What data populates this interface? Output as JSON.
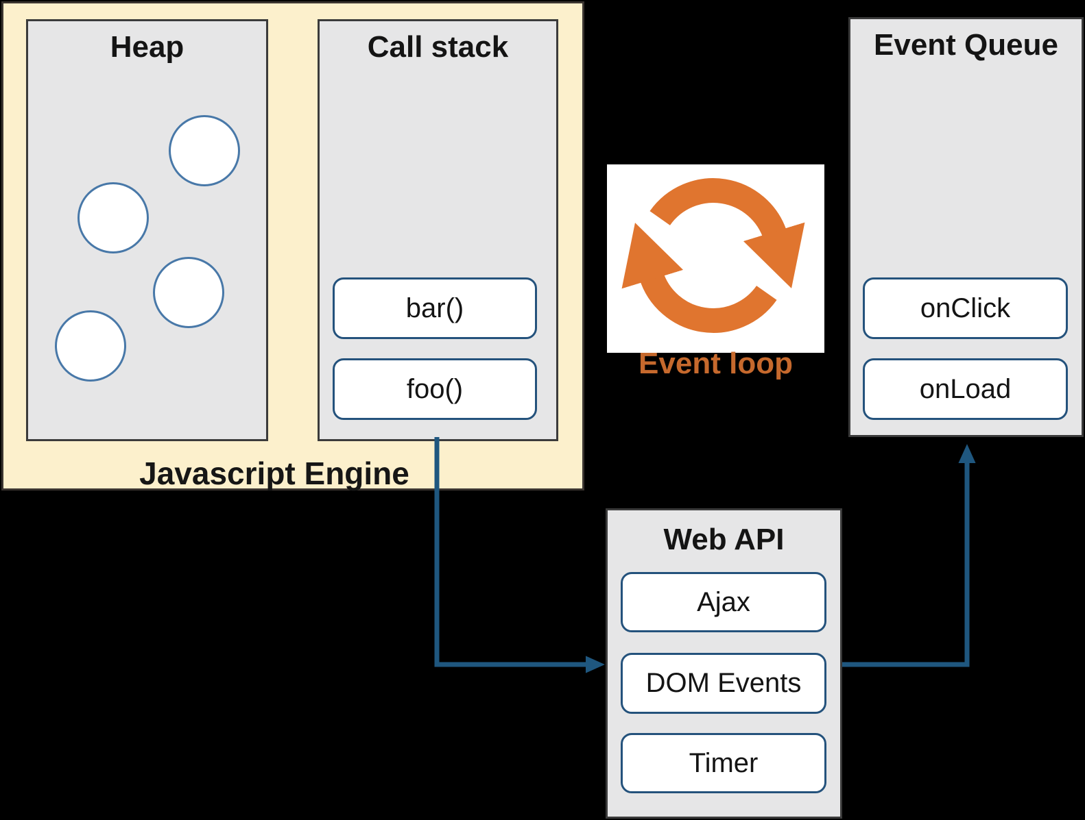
{
  "diagram": {
    "title_context": "JavaScript runtime event loop architecture",
    "js_engine": {
      "label": "Javascript Engine"
    },
    "heap": {
      "title": "Heap",
      "object_count": 4
    },
    "call_stack": {
      "title": "Call stack",
      "frames": [
        "bar()",
        "foo()"
      ]
    },
    "event_loop": {
      "label": "Event loop",
      "icon": "sync-arrows-icon"
    },
    "event_queue": {
      "title": "Event Queue",
      "items": [
        "onClick",
        "onLoad"
      ]
    },
    "web_api": {
      "title": "Web API",
      "items": [
        "Ajax",
        "DOM Events",
        "Timer"
      ]
    },
    "connectors": [
      {
        "from": "call-stack",
        "to": "web-api"
      },
      {
        "from": "web-api",
        "to": "event-queue"
      }
    ],
    "colors": {
      "background": "#000000",
      "engine_fill": "#FCF0CC",
      "engine_border": "#3A3430",
      "panel_fill": "#E6E6E7",
      "panel_border": "#3B3B3B",
      "node_border_blue": "#24527C",
      "circle_border_blue": "#4878A8",
      "arrow_blue": "#1F577F",
      "icon_orange": "#E0752F",
      "label_orange": "#C6692D",
      "text": "#141414"
    }
  }
}
